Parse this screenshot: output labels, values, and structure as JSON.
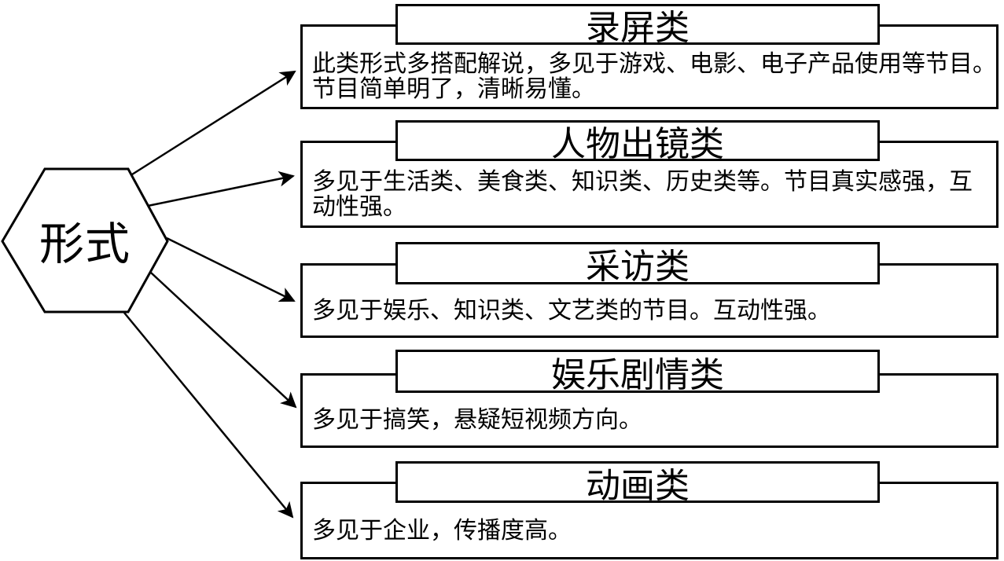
{
  "diagram": {
    "root": {
      "label": "形式"
    },
    "colors": {
      "stroke": "#000000",
      "fill": "#ffffff"
    },
    "items": [
      {
        "title": "录屏类",
        "lines": [
          "此类形式多搭配解说，多见于游戏、电影、电子产品使用等节目。",
          "节目简单明了，清晰易懂。"
        ]
      },
      {
        "title": "人物出镜类",
        "lines": [
          "多见于生活类、美食类、知识类、历史类等。节目真实感强，互",
          "动性强。"
        ]
      },
      {
        "title": "采访类",
        "lines": [
          "多见于娱乐、知识类、文艺类的节目。互动性强。"
        ]
      },
      {
        "title": "娱乐剧情类",
        "lines": [
          "多见于搞笑，悬疑短视频方向。"
        ]
      },
      {
        "title": "动画类",
        "lines": [
          "多见于企业，传播度高。"
        ]
      }
    ]
  }
}
